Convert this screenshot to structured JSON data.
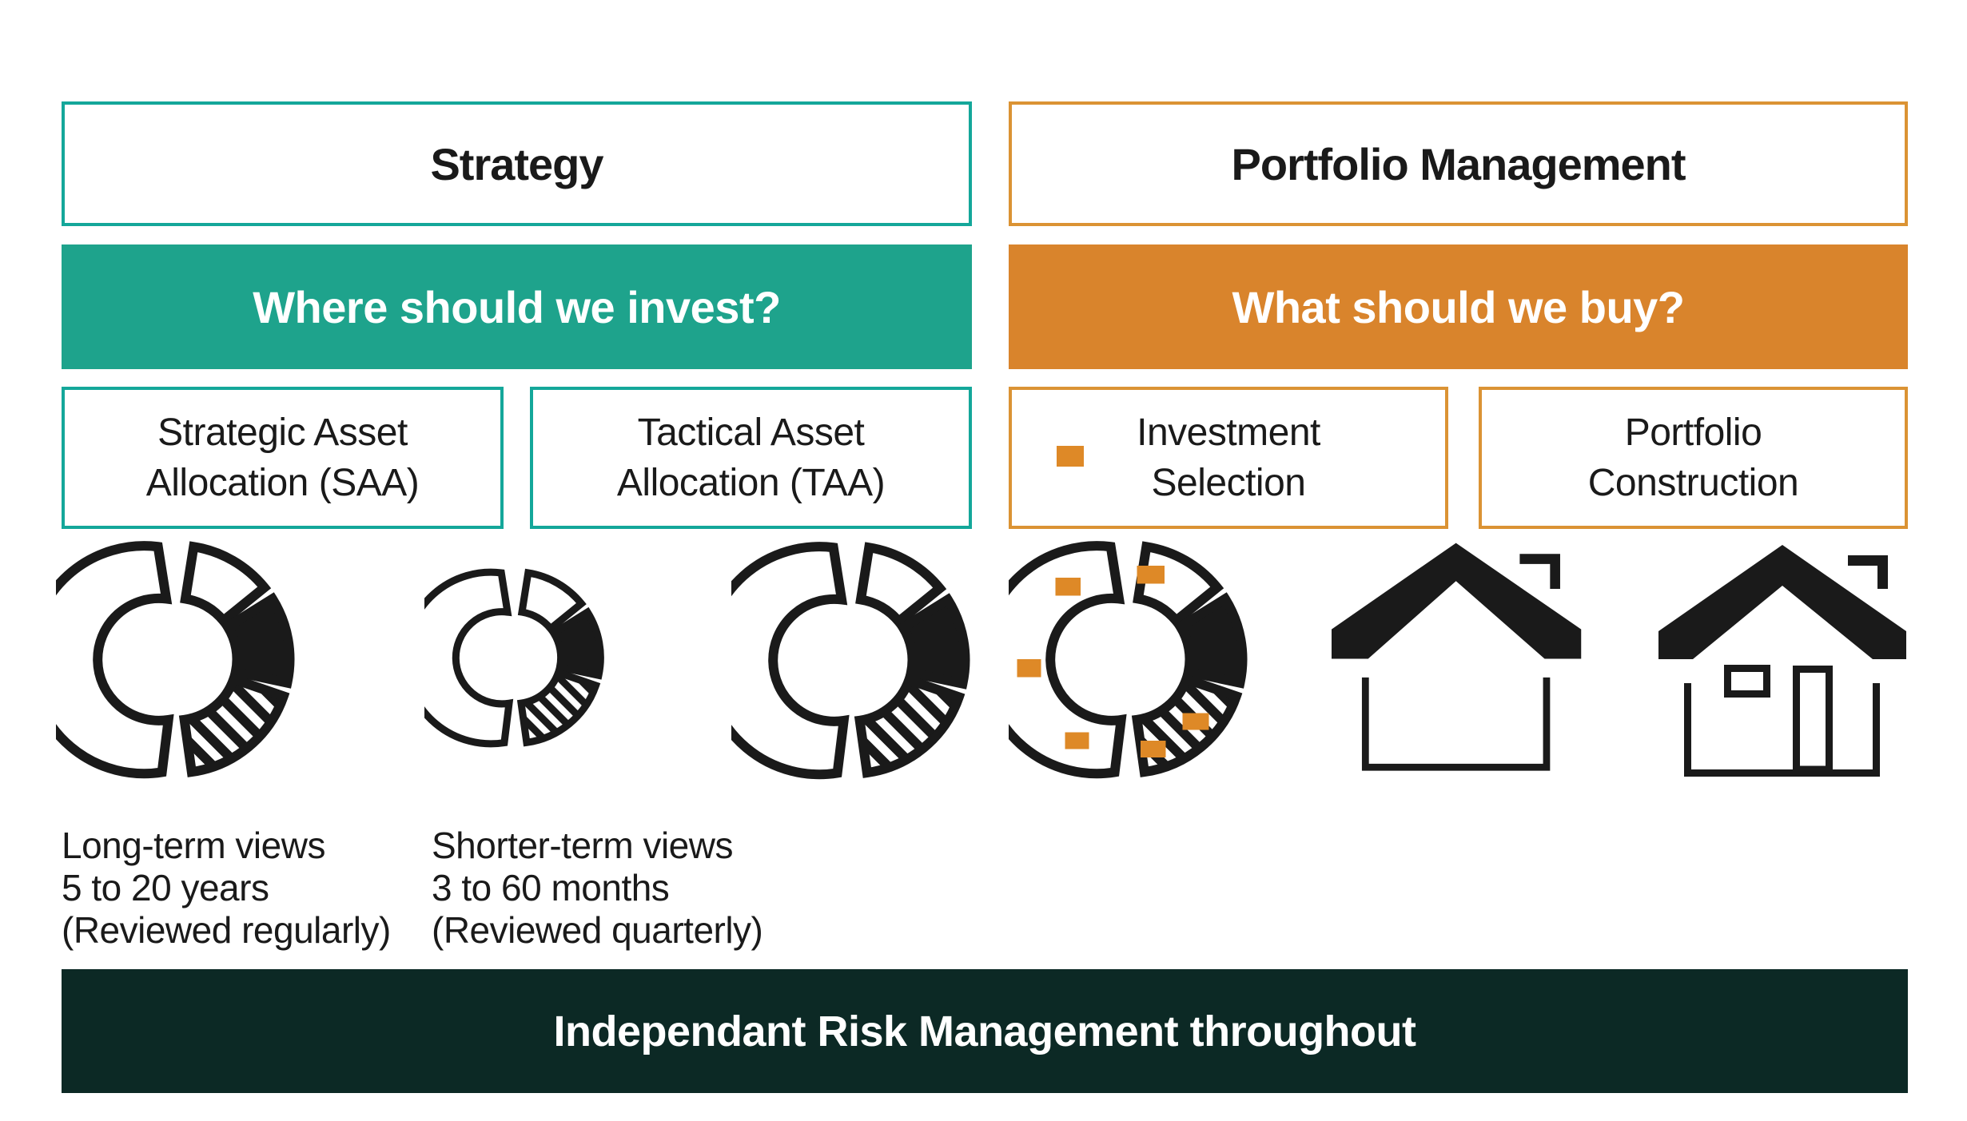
{
  "colors": {
    "teal-fill": "#1EA38C",
    "teal-border": "#14A79A",
    "orange-fill": "#D9842C",
    "orange-border": "#DB9334",
    "orange-square": "#DE8927",
    "dark-bar": "#0C2925",
    "ink": "#1A1A1A"
  },
  "strategy": {
    "header": "Strategy",
    "question": "Where should we invest?",
    "boxes": [
      {
        "line1": "Strategic Asset",
        "line2": "Allocation (SAA)"
      },
      {
        "line1": "Tactical Asset",
        "line2": "Allocation (TAA)"
      }
    ],
    "captions": [
      {
        "line1": "Long-term views",
        "line2": "5 to 20 years",
        "line3": "(Reviewed regularly)"
      },
      {
        "line1": "Shorter-term views",
        "line2": "3 to 60 months",
        "line3": "(Reviewed quarterly)"
      }
    ]
  },
  "portfolio": {
    "header": "Portfolio Management",
    "question": "What should we buy?",
    "boxes": [
      {
        "line1": "Investment",
        "line2": "Selection"
      },
      {
        "line1": "Portfolio",
        "line2": "Construction"
      }
    ]
  },
  "footer": {
    "label": "Independant Risk Management throughout"
  },
  "icons": {
    "saa": "donut-chart-icon",
    "taa": "donut-chart-small-icon",
    "strategy_wide": "donut-chart-icon",
    "investment_selection": "donut-chart-highlights-icon",
    "portfolio_management": "house-icon",
    "portfolio_construction": "house-with-door-icon"
  }
}
